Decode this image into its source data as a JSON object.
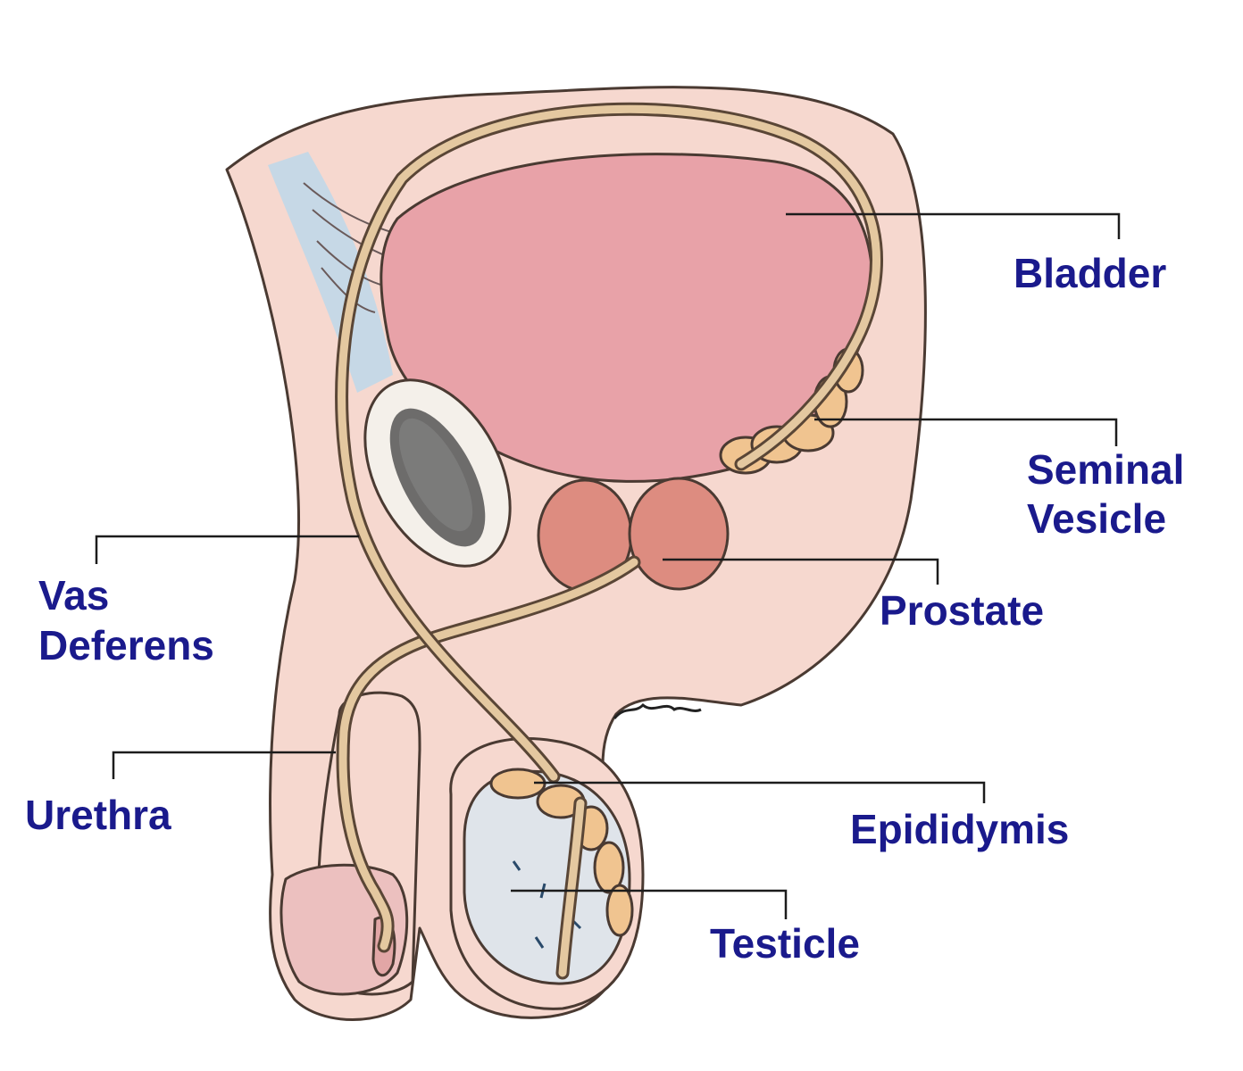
{
  "diagram": {
    "labels": {
      "bladder": "Bladder",
      "seminal_vesicle_line1": "Seminal",
      "seminal_vesicle_line2": "Vesicle",
      "prostate": "Prostate",
      "vas_deferens_line1": "Vas",
      "vas_deferens_line2": "Deferens",
      "urethra": "Urethra",
      "epididymis": "Epididymis",
      "testicle": "Testicle"
    },
    "colors": {
      "label_text": "#1a1a8c",
      "body_tissue": "#f6d8cf",
      "bladder": "#e8a2a8",
      "prostate": "#dd8c80",
      "seminal_vesicle": "#f0c490",
      "testicle": "#dfe4ea",
      "ligament": "#c6d8e6",
      "bone_marrow": "#555555"
    }
  }
}
